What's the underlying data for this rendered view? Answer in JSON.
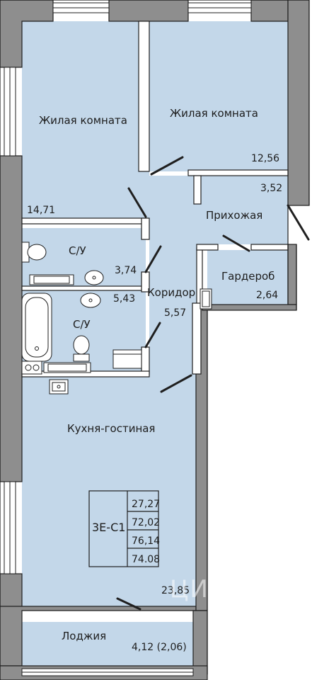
{
  "rooms": {
    "living1": {
      "name": "Жилая комната",
      "area": "14,71"
    },
    "living2": {
      "name": "Жилая комната",
      "area": "12,56"
    },
    "hall": {
      "name": "Прихожая",
      "area": "3,52"
    },
    "bath1": {
      "name": "С/У",
      "area": "3,74"
    },
    "bath2": {
      "name": "С/У",
      "area": "5,43"
    },
    "corridor": {
      "name": "Коридор",
      "area": "5,57"
    },
    "wardrobe": {
      "name": "Гардероб",
      "area": "2,64"
    },
    "kitchen": {
      "name": "Кухня-гостиная",
      "area": "23,85"
    },
    "loggia": {
      "name": "Лоджия",
      "area": "4,12 (2,06)"
    }
  },
  "summary": {
    "code": "3Е-С1",
    "values": [
      "27,27",
      "72,02",
      "76,14",
      "74.08"
    ]
  },
  "watermark": "ЦИАН",
  "colors": {
    "room_fill": "#c3d7e9",
    "wall": "#8e8e8e",
    "outline": "#1f1f1f"
  }
}
